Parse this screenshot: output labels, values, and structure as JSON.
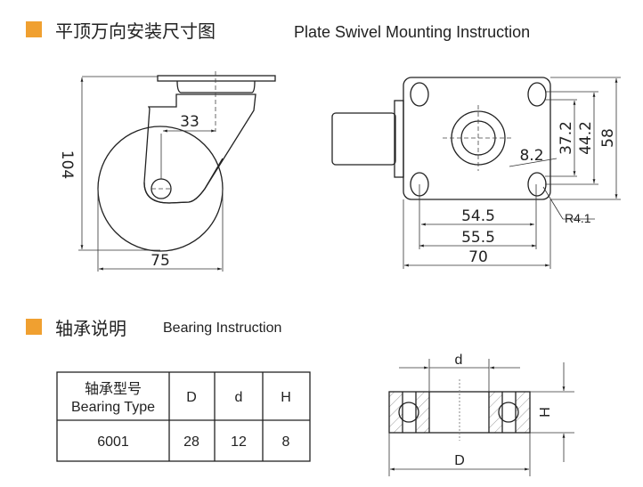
{
  "colors": {
    "accent": "#F0A030",
    "line": "#222222"
  },
  "section1": {
    "title_cn": "平顶万向安装尺寸图",
    "title_en": "Plate Swivel Mounting Instruction"
  },
  "side_view": {
    "height": "104",
    "offset": "33",
    "wheel_diameter": "75"
  },
  "top_view": {
    "plate_height": "58",
    "hole_outer_v": "44.2",
    "hole_inner_v": "37.2",
    "slot": "8.2",
    "radius": "R4.1",
    "hole_inner_h": "54.5",
    "hole_outer_h": "55.5",
    "plate_width": "70"
  },
  "section2": {
    "title_cn": "轴承说明",
    "title_en": "Bearing Instruction"
  },
  "bearing_table": {
    "headers": {
      "type_cn": "轴承型号",
      "type_en": "Bearing Type",
      "D": "D",
      "d": "d",
      "H": "H"
    },
    "rows": [
      {
        "type": "6001",
        "D": "28",
        "d": "12",
        "H": "8"
      }
    ]
  },
  "bearing_diagram": {
    "d_label": "d",
    "D_label": "D",
    "H_label": "H"
  }
}
